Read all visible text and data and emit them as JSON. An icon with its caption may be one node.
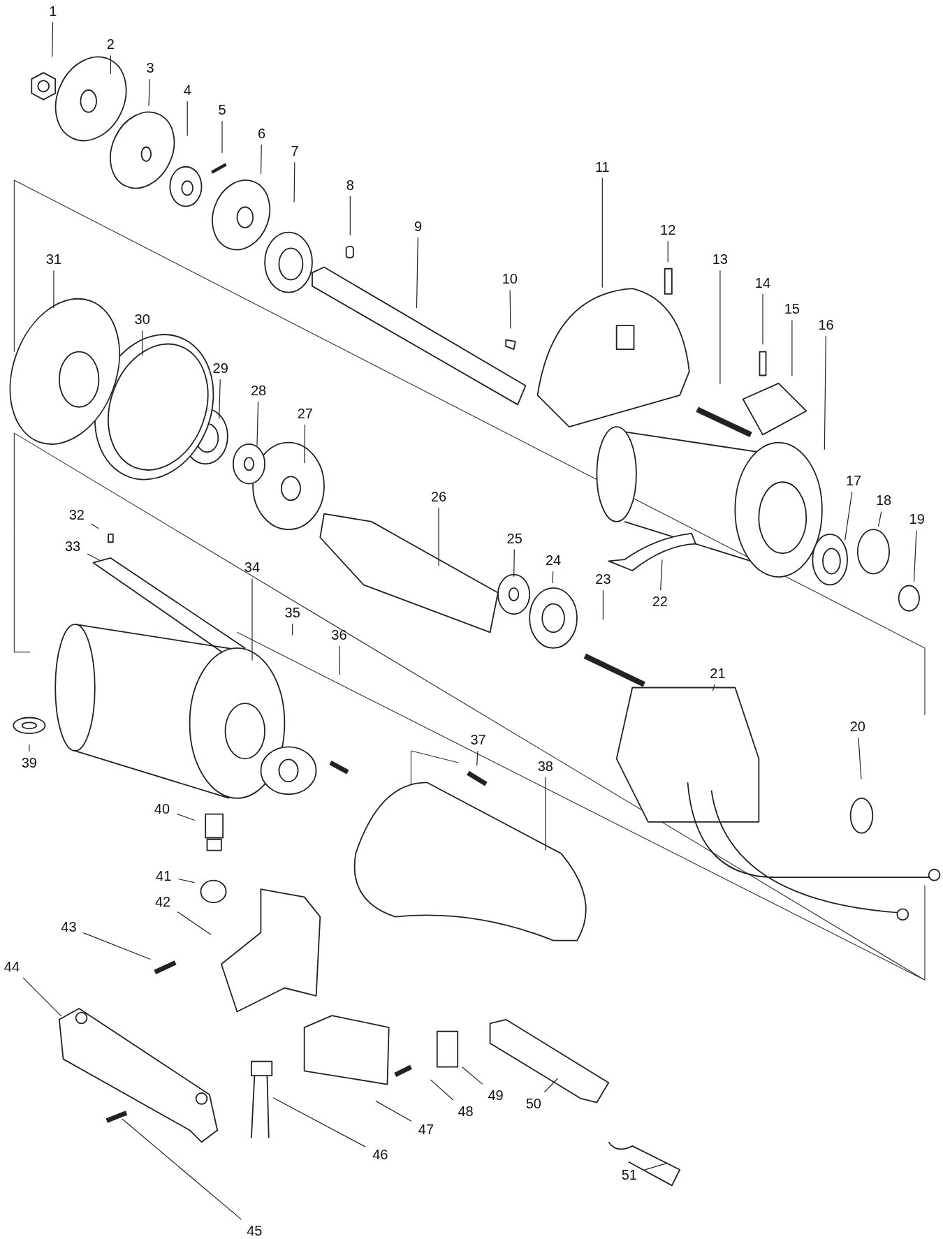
{
  "diagram": {
    "nodes": [
      {
        "text": [
          "1"
        ]
      },
      {
        "text": [
          "2"
        ]
      },
      {
        "text": [
          "3"
        ]
      },
      {
        "text": [
          "4"
        ]
      },
      {
        "text": [
          "5"
        ]
      },
      {
        "text": [
          "6"
        ]
      },
      {
        "text": [
          "7"
        ]
      },
      {
        "text": [
          "8"
        ]
      },
      {
        "text": [
          "9"
        ]
      },
      {
        "text": [
          "10"
        ]
      },
      {
        "text": [
          "11"
        ]
      },
      {
        "text": [
          "12"
        ]
      },
      {
        "text": [
          "13"
        ]
      },
      {
        "text": [
          "14"
        ]
      },
      {
        "text": [
          "15"
        ]
      },
      {
        "text": [
          "16"
        ]
      },
      {
        "text": [
          "17"
        ]
      },
      {
        "text": [
          "18"
        ]
      },
      {
        "text": [
          "19"
        ]
      },
      {
        "text": [
          "20"
        ]
      },
      {
        "text": [
          "21"
        ]
      },
      {
        "text": [
          "22"
        ]
      },
      {
        "text": [
          "23"
        ]
      },
      {
        "text": [
          "24"
        ]
      },
      {
        "text": [
          "25"
        ]
      },
      {
        "text": [
          "26"
        ]
      },
      {
        "text": [
          "27"
        ]
      },
      {
        "text": [
          "28"
        ]
      },
      {
        "text": [
          "29"
        ]
      },
      {
        "text": [
          "30"
        ]
      },
      {
        "text": [
          "31"
        ]
      },
      {
        "text": [
          "32"
        ]
      },
      {
        "text": [
          "33"
        ]
      },
      {
        "text": [
          "34"
        ]
      },
      {
        "text": [
          "35"
        ]
      },
      {
        "text": [
          "36"
        ]
      },
      {
        "text": [
          "37"
        ]
      },
      {
        "text": [
          "38"
        ]
      },
      {
        "text": [
          "39"
        ]
      },
      {
        "text": [
          "40"
        ]
      },
      {
        "text": [
          "41"
        ]
      },
      {
        "text": [
          "42"
        ]
      },
      {
        "text": [
          "43"
        ]
      },
      {
        "text": [
          "44"
        ]
      },
      {
        "text": [
          "45"
        ]
      },
      {
        "text": [
          "46"
        ]
      },
      {
        "text": [
          "47"
        ]
      },
      {
        "text": [
          "48"
        ]
      },
      {
        "text": [
          "49"
        ]
      },
      {
        "text": [
          "50"
        ]
      },
      {
        "text": [
          "51"
        ]
      }
    ],
    "edges": [
      {
        "from": 0,
        "to": null,
        "arrow": "none"
      },
      {
        "from": 1,
        "to": null,
        "arrow": "none"
      },
      {
        "from": 2,
        "to": null,
        "arrow": "none"
      },
      {
        "from": 3,
        "to": null,
        "arrow": "none"
      },
      {
        "from": 4,
        "to": null,
        "arrow": "none"
      },
      {
        "from": 5,
        "to": null,
        "arrow": "none"
      },
      {
        "from": 6,
        "to": null,
        "arrow": "none"
      },
      {
        "from": 7,
        "to": null,
        "arrow": "none"
      },
      {
        "from": 8,
        "to": null,
        "arrow": "none"
      },
      {
        "from": 9,
        "to": null,
        "arrow": "none"
      },
      {
        "from": 10,
        "to": null,
        "arrow": "none"
      },
      {
        "from": 11,
        "to": null,
        "arrow": "none"
      },
      {
        "from": 12,
        "to": null,
        "arrow": "none"
      },
      {
        "from": 13,
        "to": null,
        "arrow": "none"
      },
      {
        "from": 14,
        "to": null,
        "arrow": "none"
      },
      {
        "from": 15,
        "to": null,
        "arrow": "none"
      },
      {
        "from": 16,
        "to": null,
        "arrow": "none"
      },
      {
        "from": 17,
        "to": null,
        "arrow": "none"
      },
      {
        "from": 18,
        "to": null,
        "arrow": "none"
      },
      {
        "from": 19,
        "to": null,
        "arrow": "none"
      },
      {
        "from": 20,
        "to": null,
        "arrow": "none"
      },
      {
        "from": 21,
        "to": null,
        "arrow": "none"
      },
      {
        "from": 22,
        "to": null,
        "arrow": "none"
      },
      {
        "from": 23,
        "to": null,
        "arrow": "none"
      },
      {
        "from": 24,
        "to": null,
        "arrow": "none"
      },
      {
        "from": 25,
        "to": null,
        "arrow": "none"
      },
      {
        "from": 26,
        "to": null,
        "arrow": "none"
      },
      {
        "from": 27,
        "to": null,
        "arrow": "none"
      },
      {
        "from": 28,
        "to": null,
        "arrow": "none"
      },
      {
        "from": 29,
        "to": null,
        "arrow": "none"
      },
      {
        "from": 30,
        "to": null,
        "arrow": "none"
      },
      {
        "from": 31,
        "to": null,
        "arrow": "none"
      },
      {
        "from": 32,
        "to": null,
        "arrow": "none"
      },
      {
        "from": 33,
        "to": null,
        "arrow": "none"
      },
      {
        "from": 34,
        "to": null,
        "arrow": "none"
      },
      {
        "from": 35,
        "to": null,
        "arrow": "none"
      },
      {
        "from": 36,
        "to": null,
        "arrow": "none"
      },
      {
        "from": 37,
        "to": null,
        "arrow": "none"
      },
      {
        "from": 38,
        "to": null,
        "arrow": "none"
      },
      {
        "from": 39,
        "to": null,
        "arrow": "none"
      },
      {
        "from": 40,
        "to": null,
        "arrow": "none"
      },
      {
        "from": 41,
        "to": null,
        "arrow": "none"
      },
      {
        "from": 42,
        "to": null,
        "arrow": "none"
      },
      {
        "from": 43,
        "to": null,
        "arrow": "none"
      },
      {
        "from": 44,
        "to": null,
        "arrow": "none"
      },
      {
        "from": 45,
        "to": null,
        "arrow": "none"
      },
      {
        "from": 46,
        "to": null,
        "arrow": "none"
      },
      {
        "from": 47,
        "to": null,
        "arrow": "none"
      },
      {
        "from": 48,
        "to": null,
        "arrow": "none"
      },
      {
        "from": 49,
        "to": null,
        "arrow": "none"
      },
      {
        "from": 50,
        "to": null,
        "arrow": "none"
      }
    ]
  }
}
